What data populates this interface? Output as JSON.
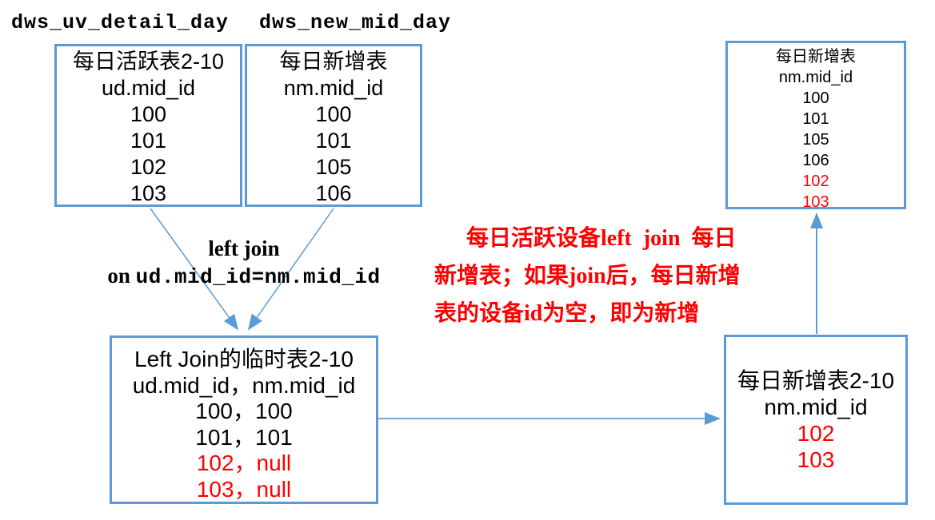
{
  "colors": {
    "box_border_blue": "#5B9BD5",
    "arrow_blue": "#5B9BD5",
    "highlight_red": "#FF0000",
    "text_black": "#000000"
  },
  "titles": {
    "uv_table": "dws_uv_detail_day",
    "new_table": "dws_new_mid_day"
  },
  "boxes": {
    "uv": {
      "title": "每日活跃表2-10",
      "column": "ud.mid_id",
      "rows": [
        "100",
        "101",
        "102",
        "103"
      ]
    },
    "nm": {
      "title": "每日新增表",
      "column": "nm.mid_id",
      "rows": [
        "100",
        "101",
        "105",
        "106"
      ]
    },
    "tmp": {
      "title": "Left Join的临时表2-10",
      "column": "ud.mid_id，nm.mid_id",
      "rows": [
        "100，100",
        "101，101",
        "102，null",
        "103，null"
      ]
    },
    "new_day": {
      "title": "每日新增表2-10",
      "column": "nm.mid_id",
      "rows": [
        "102",
        "103"
      ]
    },
    "new_all": {
      "title": "每日新增表",
      "column": "nm.mid_id",
      "rows": [
        "100",
        "101",
        "105",
        "106",
        "102",
        "103"
      ]
    }
  },
  "join_label": {
    "line1": "left join",
    "line2_keyword": "on ",
    "line2_condition": "ud.mid_id=nm.mid_id"
  },
  "annotation": {
    "line1": "每日活跃设备left  join  每日",
    "line2": "新增表；如果join后，每日新增",
    "line3": "表的设备id为空，即为新增"
  }
}
